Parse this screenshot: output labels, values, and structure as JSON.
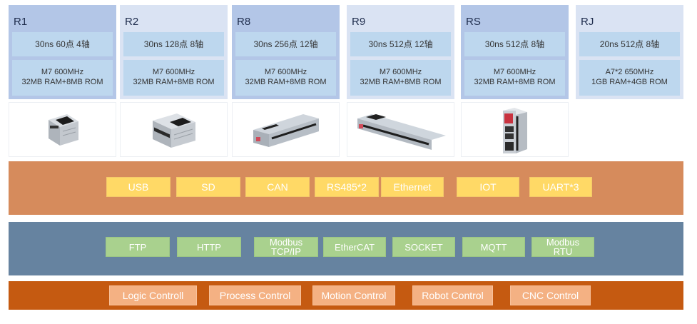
{
  "models": [
    {
      "name": "R1",
      "spec": "30ns 60点 4轴",
      "cpu": "M7 600MHz",
      "memory": "32MB RAM+8MB ROM",
      "image": "plc-compact-small"
    },
    {
      "name": "R2",
      "spec": "30ns 128点 8轴",
      "cpu": "M7 600MHz",
      "memory": "32MB RAM+8MB ROM",
      "image": "plc-compact-medium"
    },
    {
      "name": "R8",
      "spec": "30ns 256点 12轴",
      "cpu": "M7 600MHz",
      "memory": "32MB RAM+8MB ROM",
      "image": "plc-long"
    },
    {
      "name": "R9",
      "spec": "30ns 512点 12轴",
      "cpu": "M7 600MHz",
      "memory": "32MB RAM+8MB ROM",
      "image": "plc-long"
    },
    {
      "name": "RS",
      "spec": "30ns 512点 8轴",
      "cpu": "M7 600MHz",
      "memory": "32MB RAM+8MB ROM",
      "image": "plc-slim-ethernet"
    },
    {
      "name": "RJ",
      "spec": "20ns 512点 8轴",
      "cpu": "A7*2 650MHz",
      "memory": "1GB RAM+4GB ROM",
      "image": ""
    }
  ],
  "interfaces": [
    "USB",
    "SD",
    "CAN",
    "RS485*2",
    "Ethernet",
    "IOT",
    "UART*3"
  ],
  "protocols": [
    {
      "line1": "FTP",
      "line2": ""
    },
    {
      "line1": "HTTP",
      "line2": ""
    },
    {
      "line1": "Modbus",
      "line2": "TCP/IP"
    },
    {
      "line1": "EtherCAT",
      "line2": ""
    },
    {
      "line1": "SOCKET",
      "line2": ""
    },
    {
      "line1": "MQTT",
      "line2": ""
    },
    {
      "line1": "Modbus",
      "line2": "RTU"
    }
  ],
  "applications": [
    "Logic Controll",
    "Process Control",
    "Motion Control",
    "Robot Control",
    "CNC Control"
  ],
  "colors": {
    "model_dark": "#b3c6e7",
    "model_light": "#dae3f3",
    "spec_box": "#bdd7ee",
    "interface_band": "#d68b5c",
    "interface_chip": "#ffd966",
    "protocol_band": "#6683a0",
    "protocol_chip": "#a9d18e",
    "application_band": "#c55a11",
    "application_chip": "#f4b183"
  }
}
